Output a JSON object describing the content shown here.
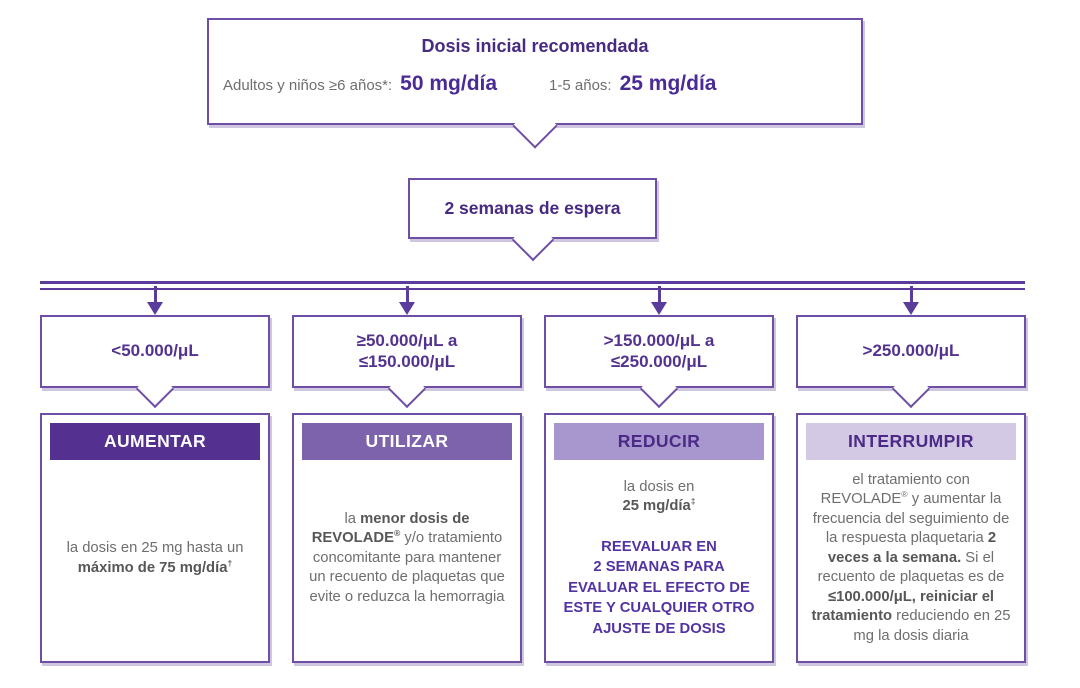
{
  "colors": {
    "border": "#6e4fa5",
    "line": "#5a3c9c",
    "title_purple": "#472a82",
    "value_purple": "#4a2b96",
    "range_purple": "#53338f",
    "gray": "#6e6e6e",
    "gray_bold": "#575757",
    "reeval_purple": "#5333a2"
  },
  "top_box": {
    "title": "Dosis inicial recomendada",
    "groups": [
      {
        "label": "Adultos y niños ≥6 años*:",
        "value": "50 mg/día"
      },
      {
        "label": "1-5 años:",
        "value": "25 mg/día"
      }
    ]
  },
  "wait_box": {
    "label": "2 semanas de espera"
  },
  "columns": [
    {
      "range_lines": [
        "<50.000/μL"
      ],
      "action": "AUMENTAR",
      "header_bg": "#543090",
      "header_fg": "#ffffff",
      "paragraphs": [
        {
          "style": "gray",
          "segments": [
            {
              "text": "la dosis en 25 mg hasta un "
            },
            {
              "text": "máximo de 75 mg/día",
              "bold": true
            },
            {
              "text": "†",
              "bold": true,
              "sup": true
            }
          ]
        }
      ]
    },
    {
      "range_lines": [
        "≥50.000/μL a",
        "≤150.000/μL"
      ],
      "action": "UTILIZAR",
      "header_bg": "#7d62ac",
      "header_fg": "#ffffff",
      "paragraphs": [
        {
          "style": "gray",
          "segments": [
            {
              "text": "la "
            },
            {
              "text": "menor dosis de REVOLADE",
              "bold": true
            },
            {
              "text": "®",
              "bold": true,
              "sup": true
            },
            {
              "text": " y/o tratamiento concomitante para mantener un recuento de plaquetas que evite o reduzca la hemorragia"
            }
          ]
        }
      ]
    },
    {
      "range_lines": [
        ">150.000/μL a",
        "≤250.000/μL"
      ],
      "action": "REDUCIR",
      "header_bg": "#a897ce",
      "header_fg": "#4b2a86",
      "paragraphs": [
        {
          "style": "gray",
          "segments": [
            {
              "text": "la dosis en\n"
            },
            {
              "text": "25 mg/día",
              "bold": true
            },
            {
              "text": "‡",
              "bold": true,
              "sup": true
            }
          ]
        },
        {
          "style": "purple",
          "segments": [
            {
              "text": "REEVALUAR EN\n2 SEMANAS PARA\nEVALUAR EL EFECTO DE ESTE Y CUALQUIER OTRO AJUSTE DE DOSIS",
              "bold": true
            }
          ]
        }
      ]
    },
    {
      "range_lines": [
        ">250.000/μL"
      ],
      "action": "INTERRUMPIR",
      "header_bg": "#d3c9e5",
      "header_fg": "#4b2a86",
      "paragraphs": [
        {
          "style": "gray",
          "segments": [
            {
              "text": "el tratamiento con REVOLADE"
            },
            {
              "text": "®",
              "sup": true
            },
            {
              "text": " y aumentar la frecuencia del seguimiento de la respuesta plaquetaria "
            },
            {
              "text": "2 veces a la semana.",
              "bold": true
            },
            {
              "text": " Si el recuento de plaquetas es de "
            },
            {
              "text": "≤100.000/μL, reiniciar el tratamiento",
              "bold": true
            },
            {
              "text": " reduciendo en 25 mg la dosis diaria"
            }
          ]
        }
      ]
    }
  ]
}
